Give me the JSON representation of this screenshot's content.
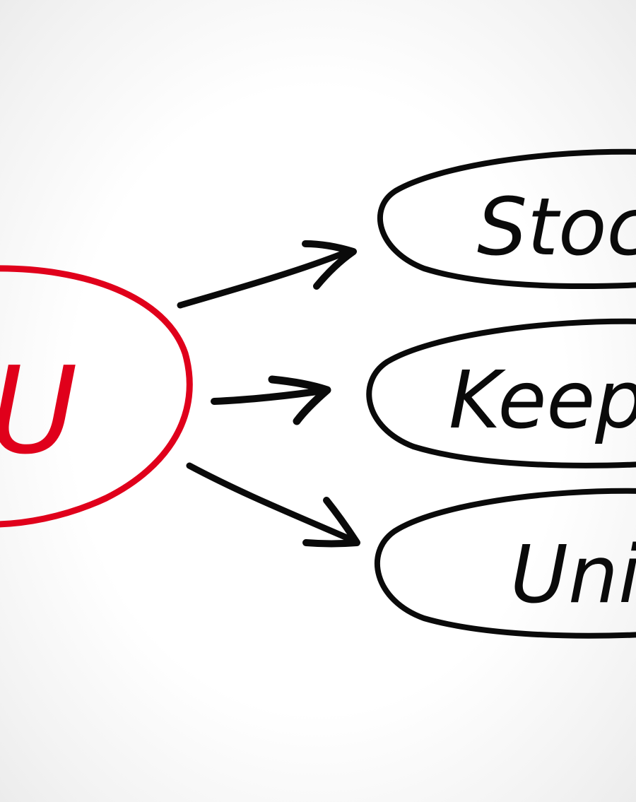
{
  "colors": {
    "accent": "#e0001b",
    "ink": "#0a0a0a",
    "background": "#ffffff"
  },
  "center": {
    "label": "SKU"
  },
  "branches": [
    {
      "label": "Stock"
    },
    {
      "label": "Keeping"
    },
    {
      "label": "Unit"
    }
  ]
}
